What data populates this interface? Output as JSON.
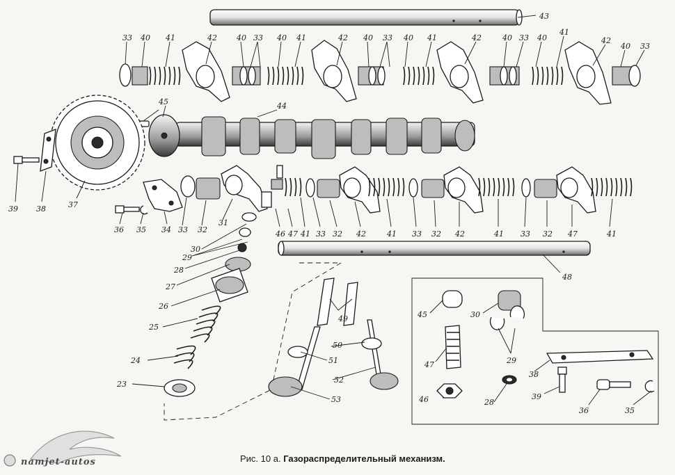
{
  "caption": {
    "prefix": "Рис. 10 а.",
    "title": "Газораспределительный механизм."
  },
  "watermark": {
    "text": "namjet-autos"
  },
  "labels": {
    "n23": "23",
    "n24": "24",
    "n25": "25",
    "n26": "26",
    "n27": "27",
    "n28": "28",
    "n29": "29",
    "n30": "30",
    "n31": "31",
    "n32": "32",
    "n33": "33",
    "n34": "34",
    "n35": "35",
    "n36": "36",
    "n37": "37",
    "n38": "38",
    "n39": "39",
    "n40": "40",
    "n41": "41",
    "n42": "42",
    "n43": "43",
    "n44": "44",
    "n45": "45",
    "n46": "46",
    "n47": "47",
    "n48": "48",
    "n49": "49",
    "n50": "50",
    "n51": "51",
    "n52": "52",
    "n53": "53"
  }
}
